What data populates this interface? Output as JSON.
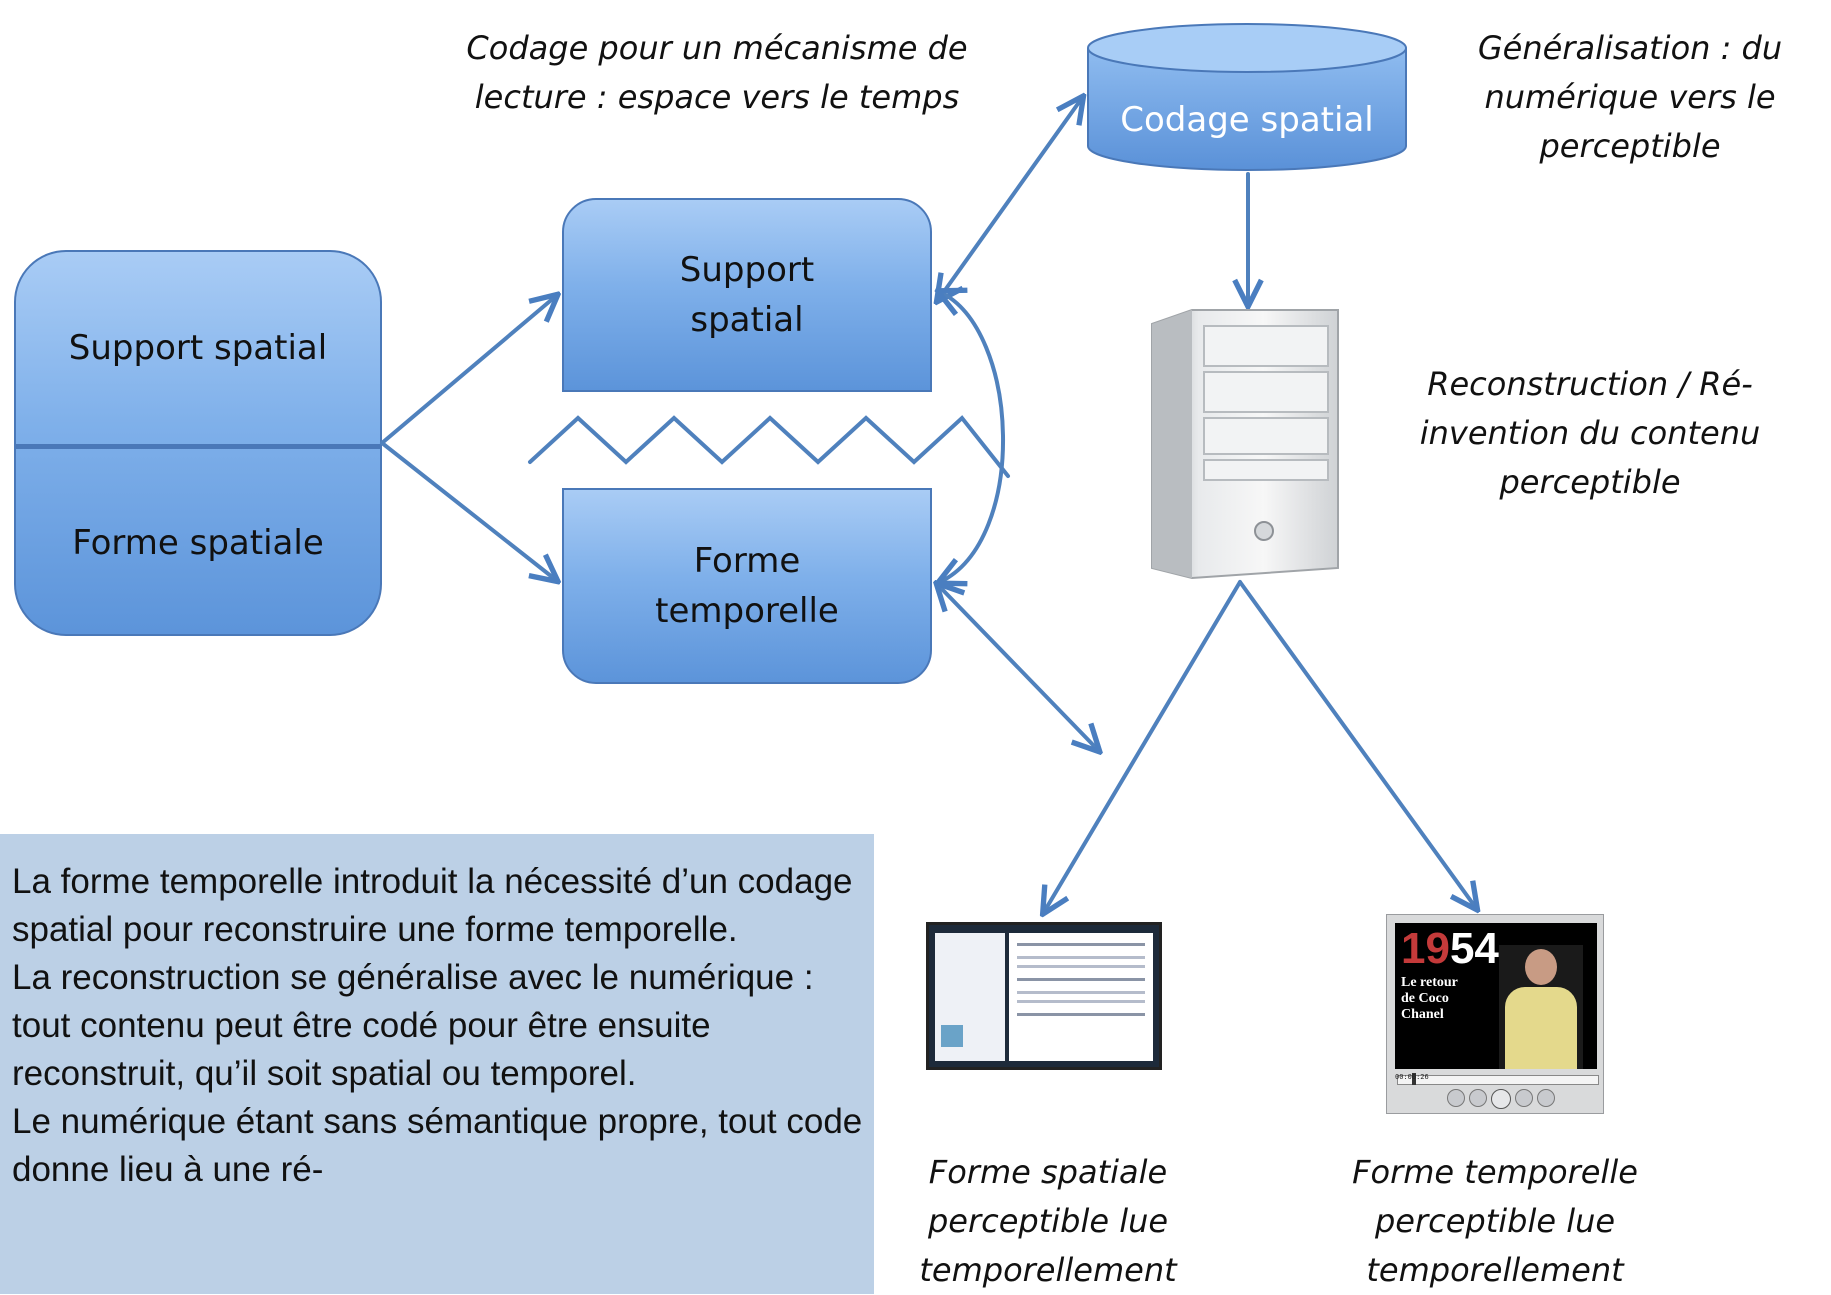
{
  "captions": {
    "reading_mechanism": "Codage pour un mécanisme de lecture : espace vers le temps",
    "generalisation": "Généralisation : du numérique vers le perceptible",
    "reconstruction": "Reconstruction / Ré-invention du contenu perceptible",
    "spatial_output": "Forme spatiale perceptible lue temporellement",
    "temporal_output": "Forme temporelle perceptible lue temporellement"
  },
  "nodes": {
    "left_top": "Support spatial",
    "left_bottom": "Forme spatiale",
    "support": "Support spatial",
    "forme": "Forme temporelle",
    "cylinder": "Codage spatial"
  },
  "thumbnails": {
    "video_year_a": "19",
    "video_year_b": "54",
    "video_title": "Le retour de Coco Chanel",
    "video_time": "00:00:26"
  },
  "note": {
    "p1": "La forme temporelle introduit la nécessité d’un codage spatial pour reconstruire une forme temporelle.",
    "p2": "La reconstruction se généralise avec le numérique : tout contenu peut être codé pour être ensuite reconstruit, qu’il soit spatial ou temporel.",
    "p3": "Le numérique étant sans sémantique propre, tout code donne lieu à une ré-"
  }
}
